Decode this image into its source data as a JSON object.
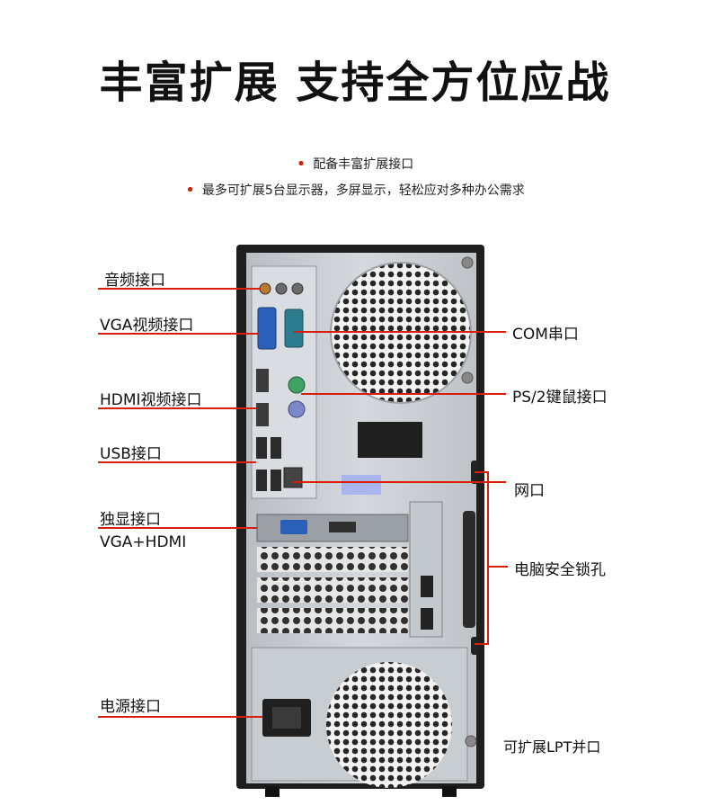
{
  "header": {
    "title": "丰富扩展 支持全方位应战",
    "bullets": [
      "配备丰富扩展接口",
      "最多可扩展5台显示器，多屏显示，轻松应对多种办公需求"
    ]
  },
  "colors": {
    "accent": "#d81e06",
    "chassis": "#1e1e1e",
    "panel": "#c9ced3"
  },
  "labels": {
    "left": {
      "audio": "音频接口",
      "vga": "VGA视频接口",
      "hdmi": "HDMI视频接口",
      "usb": "USB接口",
      "discrete_line1": "独显接口",
      "discrete_line2": "VGA+HDMI",
      "power": "电源接口"
    },
    "right": {
      "com": "COM串口",
      "ps2": "PS/2键鼠接口",
      "lan": "网口",
      "lock": "电脑安全锁孔",
      "lpt": "可扩展LPT并口"
    }
  }
}
